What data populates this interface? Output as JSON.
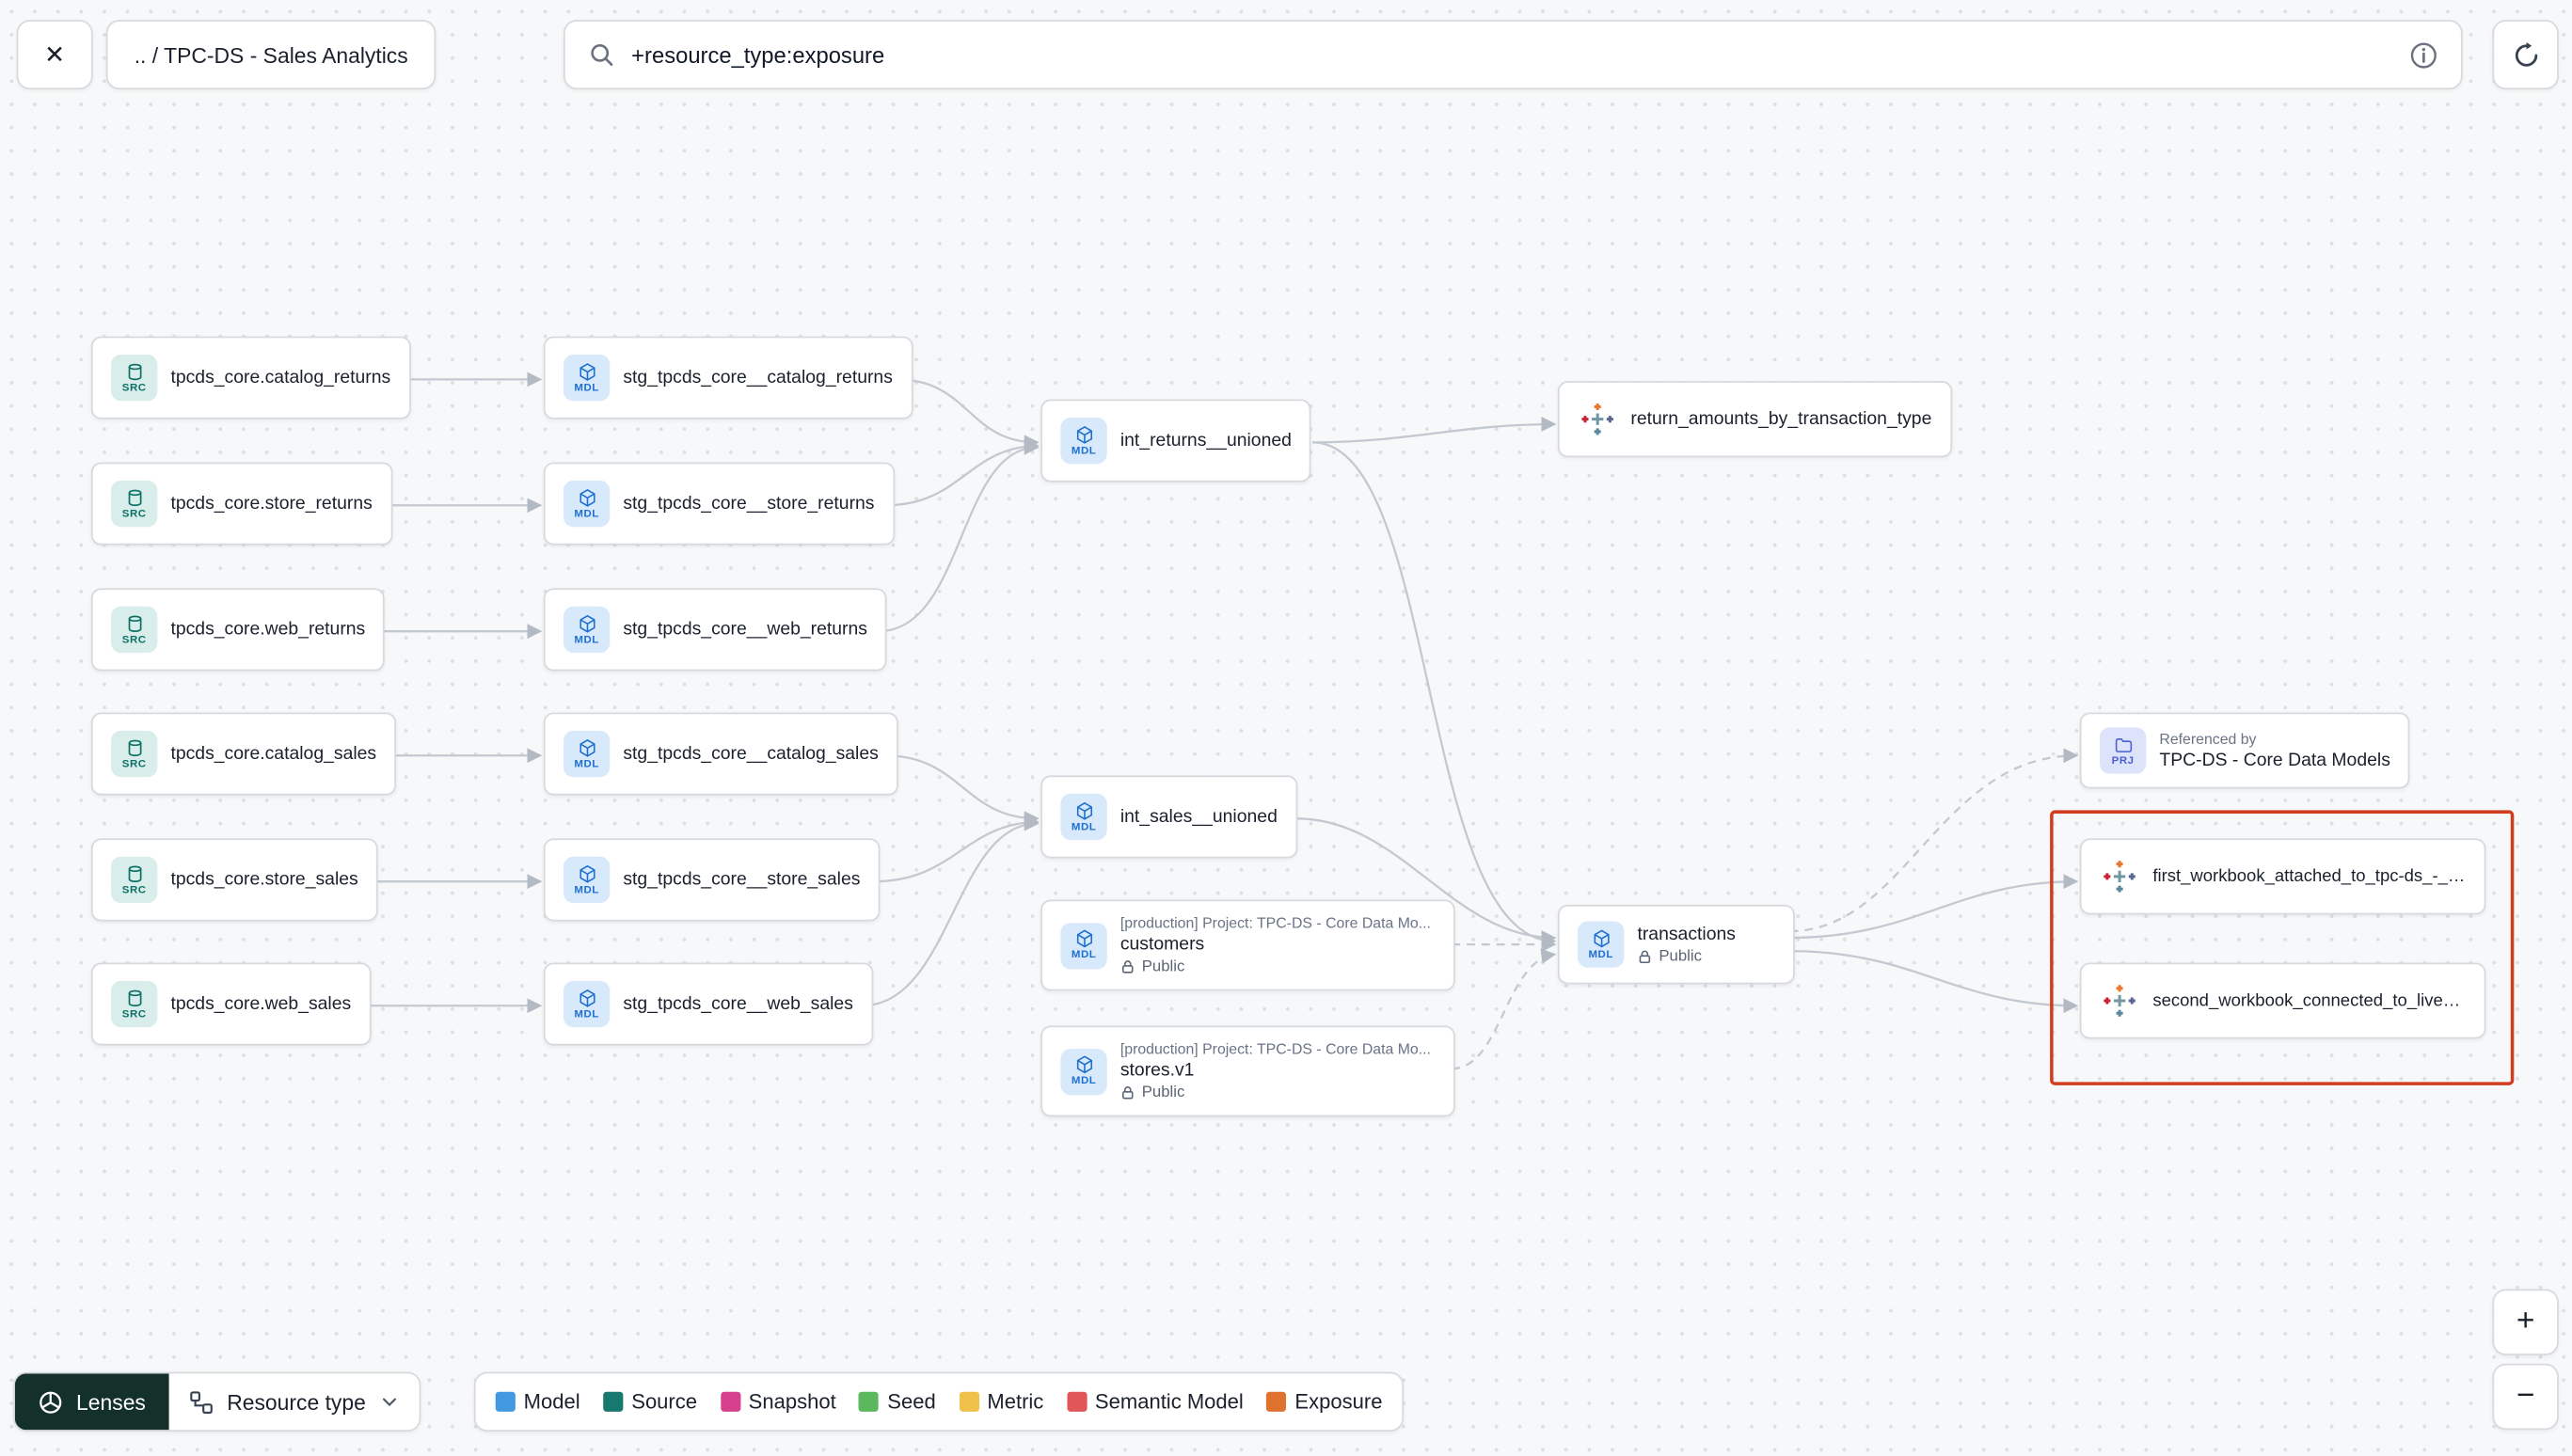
{
  "header": {
    "close": "✕",
    "breadcrumb": ".. / TPC-DS - Sales Analytics",
    "search_value": "+resource_type:exposure"
  },
  "badges": {
    "src": "SRC",
    "mdl": "MDL",
    "prj": "PRJ"
  },
  "labels": {
    "public": "Public",
    "referenced_by": "Referenced by"
  },
  "nodes": {
    "src_catalog_returns": {
      "label": "tpcds_core.catalog_returns"
    },
    "src_store_returns": {
      "label": "tpcds_core.store_returns"
    },
    "src_web_returns": {
      "label": "tpcds_core.web_returns"
    },
    "src_catalog_sales": {
      "label": "tpcds_core.catalog_sales"
    },
    "src_store_sales": {
      "label": "tpcds_core.store_sales"
    },
    "src_web_sales": {
      "label": "tpcds_core.web_sales"
    },
    "stg_catalog_returns": {
      "label": "stg_tpcds_core__catalog_returns"
    },
    "stg_store_returns": {
      "label": "stg_tpcds_core__store_returns"
    },
    "stg_web_returns": {
      "label": "stg_tpcds_core__web_returns"
    },
    "stg_catalog_sales": {
      "label": "stg_tpcds_core__catalog_sales"
    },
    "stg_store_sales": {
      "label": "stg_tpcds_core__store_sales"
    },
    "stg_web_sales": {
      "label": "stg_tpcds_core__web_sales"
    },
    "int_returns": {
      "label": "int_returns__unioned"
    },
    "int_sales": {
      "label": "int_sales__unioned"
    },
    "exposure_return_amounts": {
      "label": "return_amounts_by_transaction_type"
    },
    "customers": {
      "project": "[production] Project: TPC-DS - Core Data Mo...",
      "label": "customers"
    },
    "stores": {
      "project": "[production] Project: TPC-DS - Core Data Mo...",
      "label": "stores.v1"
    },
    "transactions": {
      "label": "transactions"
    },
    "referenced_by_project": {
      "label": "TPC-DS - Core Data Models"
    },
    "exposure_first_workbook": {
      "label": "first_workbook_attached_to_tpc-ds_-_…"
    },
    "exposure_second_workbook": {
      "label": "second_workbook_connected_to_live…"
    }
  },
  "legend": {
    "items": [
      {
        "label": "Model",
        "color": "#4299e1"
      },
      {
        "label": "Source",
        "color": "#16786f"
      },
      {
        "label": "Snapshot",
        "color": "#d6408c"
      },
      {
        "label": "Seed",
        "color": "#5cb85c"
      },
      {
        "label": "Metric",
        "color": "#f0c24a"
      },
      {
        "label": "Semantic Model",
        "color": "#e15759"
      },
      {
        "label": "Exposure",
        "color": "#e0722f"
      }
    ]
  },
  "footer": {
    "lenses": "Lenses",
    "resource_type": "Resource type"
  },
  "zoom": {
    "zoom_in": "+",
    "zoom_out": "−"
  }
}
